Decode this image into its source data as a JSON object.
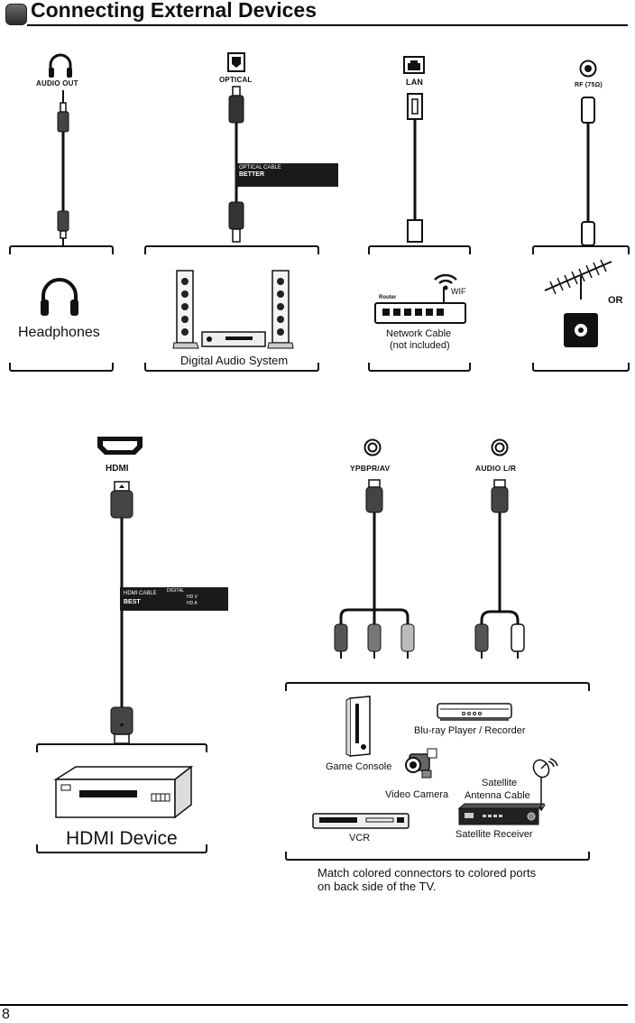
{
  "page": {
    "title": "Connecting External Devices",
    "page_number": "8"
  },
  "ports": {
    "audio_out": "AUDIO OUT",
    "optical": "OPTICAL",
    "lan": "LAN",
    "rf": "RF (75Ω)",
    "hdmi": "HDMI",
    "ypbpr_av": "YPBPR/AV",
    "audio_lr": "AUDIO L/R"
  },
  "cables": {
    "optical_tag_line1": "OPTICAL CABLE",
    "optical_tag_line2": "BETTER",
    "hdmi_tag_line1": "HDMI CABLE",
    "hdmi_tag_line2": "BEST",
    "hdmi_tag_digital": "DIGITAL",
    "hdmi_tag_hdv": "HD V",
    "hdmi_tag_hda": "HD A"
  },
  "devices": {
    "headphones": "Headphones",
    "digital_audio": "Digital Audio System",
    "router": "Router",
    "wifi": "WIF",
    "network_cable": "Network Cable",
    "not_included": "(not included)",
    "or": "OR",
    "hdmi_device": "HDMI Device",
    "game_console": "Game Console",
    "bluray": "Blu-ray Player / Recorder",
    "video_camera": "Video Camera",
    "satellite_cable_1": "Satellite",
    "satellite_cable_2": "Antenna Cable",
    "vcr": "VCR",
    "satellite_receiver": "Satellite Receiver"
  },
  "notes": {
    "line1": "Match colored connectors to colored ports",
    "line2": "on back side of the TV."
  }
}
